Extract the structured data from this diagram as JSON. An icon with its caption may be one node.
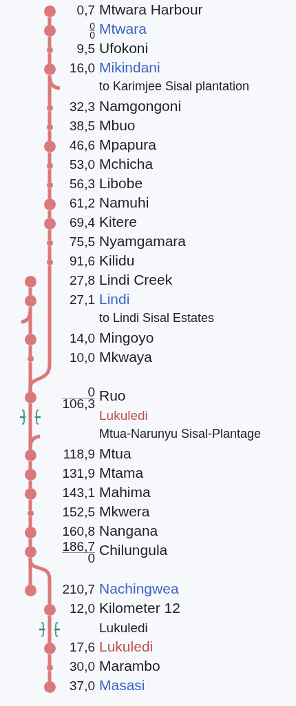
{
  "diagram": {
    "nodes": [
      {
        "text": [],
        "shape": "circle",
        "beside": [
          "0,7",
          "Mtwara Harbour"
        ]
      },
      {
        "text": [],
        "shape": "circle",
        "beside": [
          "0",
          "0",
          "Mtwara"
        ]
      },
      {
        "text": [],
        "shape": "circle",
        "beside": [
          "9,5",
          "Ufokoni"
        ]
      },
      {
        "text": [],
        "shape": "circle",
        "beside": [
          "16,0",
          "Mikindani"
        ]
      },
      {
        "text": [],
        "shape": "circle",
        "beside": [
          "32,3",
          "Namgongoni"
        ]
      },
      {
        "text": [],
        "shape": "circle",
        "beside": [
          "38,5",
          "Mbuo"
        ]
      },
      {
        "text": [],
        "shape": "circle",
        "beside": [
          "46,6",
          "Mpapura"
        ]
      },
      {
        "text": [],
        "shape": "circle",
        "beside": [
          "53,0",
          "Mchicha"
        ]
      },
      {
        "text": [],
        "shape": "circle",
        "beside": [
          "56,3",
          "Libobe"
        ]
      },
      {
        "text": [],
        "shape": "circle",
        "beside": [
          "61,2",
          "Namuhi"
        ]
      },
      {
        "text": [],
        "shape": "circle",
        "beside": [
          "69,4",
          "Kitere"
        ]
      },
      {
        "text": [],
        "shape": "circle",
        "beside": [
          "75,5",
          "Nyamgamara"
        ]
      },
      {
        "text": [],
        "shape": "circle",
        "beside": [
          "91,6",
          "Kilidu"
        ]
      },
      {
        "text": [],
        "shape": "circle",
        "beside": [
          "27,8",
          "Lindi Creek"
        ]
      },
      {
        "text": [],
        "shape": "circle",
        "beside": [
          "27,1",
          "Lindi"
        ]
      },
      {
        "text": [],
        "shape": "circle",
        "beside": [
          "14,0",
          "Mingoyo"
        ]
      },
      {
        "text": [],
        "shape": "circle",
        "beside": [
          "10,0",
          "Mkwaya"
        ]
      },
      {
        "text": [],
        "shape": "circle",
        "beside": [
          "0",
          "106,3",
          "Ruo"
        ]
      },
      {
        "text": [],
        "shape": "circle",
        "beside": [
          "118,9",
          "Mtua"
        ]
      },
      {
        "text": [],
        "shape": "circle",
        "beside": [
          "131,9",
          "Mtama"
        ]
      },
      {
        "text": [],
        "shape": "circle",
        "beside": [
          "143,1",
          "Mahima"
        ]
      },
      {
        "text": [],
        "shape": "circle",
        "beside": [
          "152,5",
          "Mkwera"
        ]
      },
      {
        "text": [],
        "shape": "circle",
        "beside": [
          "160,8",
          "Nangana"
        ]
      },
      {
        "text": [],
        "shape": "circle",
        "beside": [
          "186,7",
          "0",
          "Chilungula"
        ]
      },
      {
        "text": [],
        "shape": "circle",
        "beside": [
          "210,7",
          "Nachingwea"
        ]
      },
      {
        "text": [],
        "shape": "circle",
        "beside": [
          "12,0",
          "Kilometer 12"
        ]
      },
      {
        "text": [],
        "shape": "circle",
        "beside": [
          "17,6",
          "Lukuledi"
        ]
      },
      {
        "text": [],
        "shape": "circle",
        "beside": [
          "30,0",
          "Marambo"
        ]
      },
      {
        "text": [],
        "shape": "circle",
        "beside": [
          "37,0",
          "Masasi"
        ]
      }
    ],
    "edges": [
      {
        "from": 0,
        "to": 1,
        "arrow": "none"
      },
      {
        "from": 1,
        "to": 2,
        "arrow": "none"
      },
      {
        "from": 2,
        "to": 3,
        "arrow": "none"
      },
      {
        "from": 3,
        "to": 4,
        "arrow": "none"
      },
      {
        "from": 4,
        "to": 5,
        "arrow": "none"
      },
      {
        "from": 5,
        "to": 6,
        "arrow": "none"
      },
      {
        "from": 6,
        "to": 7,
        "arrow": "none"
      },
      {
        "from": 7,
        "to": 8,
        "arrow": "none"
      },
      {
        "from": 8,
        "to": 9,
        "arrow": "none"
      },
      {
        "from": 9,
        "to": 10,
        "arrow": "none"
      },
      {
        "from": 10,
        "to": 11,
        "arrow": "none"
      },
      {
        "from": 11,
        "to": 12,
        "arrow": "none"
      },
      {
        "from": 12,
        "to": 17,
        "arrow": "none"
      },
      {
        "from": 13,
        "to": 14,
        "arrow": "none"
      },
      {
        "from": 14,
        "to": 15,
        "arrow": "none"
      },
      {
        "from": 15,
        "to": 16,
        "arrow": "none"
      },
      {
        "from": 16,
        "to": 17,
        "arrow": "none"
      },
      {
        "from": 17,
        "to": 18,
        "arrow": "none"
      },
      {
        "from": 18,
        "to": 19,
        "arrow": "none"
      },
      {
        "from": 19,
        "to": 20,
        "arrow": "none"
      },
      {
        "from": 20,
        "to": 21,
        "arrow": "none"
      },
      {
        "from": 21,
        "to": 22,
        "arrow": "none"
      },
      {
        "from": 22,
        "to": 23,
        "arrow": "none"
      },
      {
        "from": 23,
        "to": 24,
        "arrow": "none"
      },
      {
        "from": 23,
        "to": 25,
        "arrow": "none"
      },
      {
        "from": 25,
        "to": 26,
        "arrow": "none"
      },
      {
        "from": 26,
        "to": 27,
        "arrow": "none"
      },
      {
        "from": 27,
        "to": 28,
        "arrow": "none"
      }
    ],
    "labels": [
      "to Karimjee Sisal plantation",
      "to Lindi Sisal Estates",
      "Lukuledi",
      "Mtua-Narunyu Sisal-Plantage",
      "Lukuledi"
    ]
  }
}
